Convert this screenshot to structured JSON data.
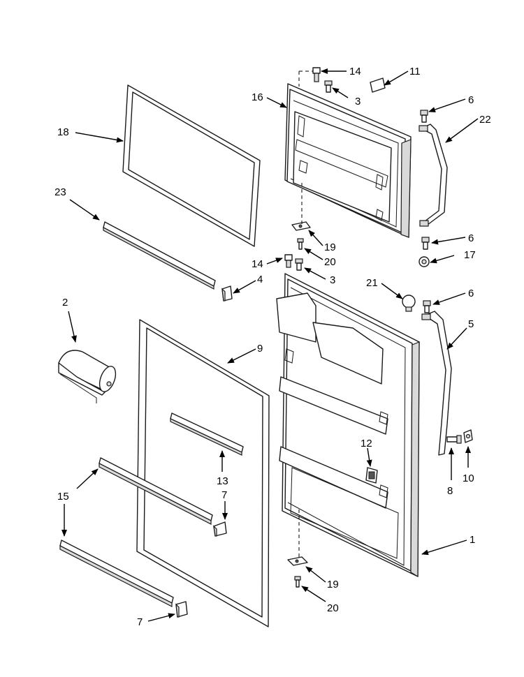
{
  "title": "",
  "callouts": {
    "c1": "1",
    "c2": "2",
    "c3a": "3",
    "c3b": "3",
    "c4": "4",
    "c5": "5",
    "c6a": "6",
    "c6b": "6",
    "c6c": "6",
    "c7a": "7",
    "c7b": "7",
    "c8": "8",
    "c9": "9",
    "c10": "10",
    "c11": "11",
    "c12": "12",
    "c13": "13",
    "c14a": "14",
    "c14b": "14",
    "c15": "15",
    "c16": "16",
    "c17": "17",
    "c18": "18",
    "c19a": "19",
    "c19b": "19",
    "c20a": "20",
    "c20b": "20",
    "c21": "21",
    "c22": "22",
    "c23": "23"
  },
  "colors": {
    "line": "#1a1a1a",
    "panel": "#ffffff",
    "shade": "#d9d9d9"
  }
}
